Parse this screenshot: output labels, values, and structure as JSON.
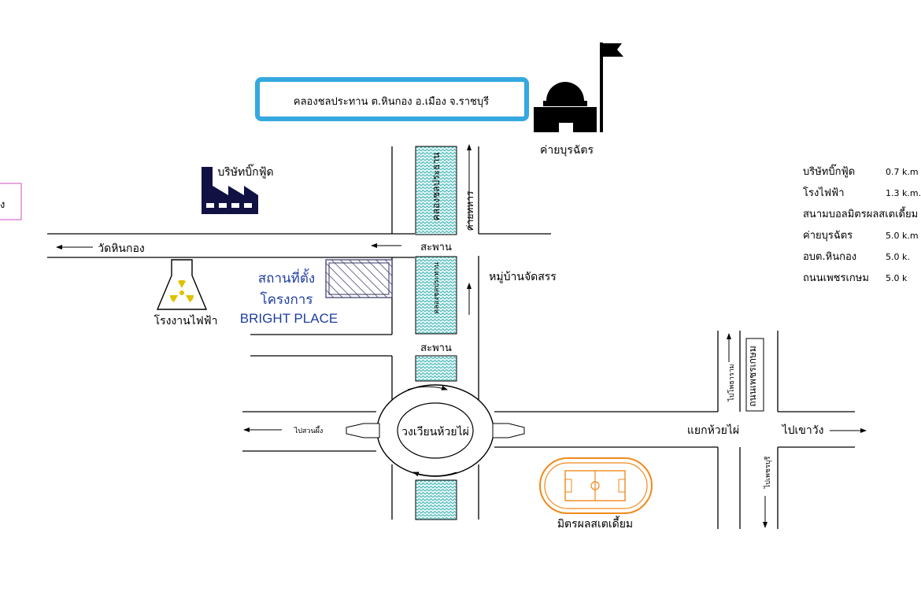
{
  "map": {
    "banner_title": "คลองชลประทาน ต.หินกอง อ.เมือง จ.ราชบุรี",
    "project_site": {
      "line1": "สถานที่ตั้ง",
      "line2": "โครงการ",
      "line3": "BRIGHT PLACE"
    },
    "labels": {
      "camp": "ค่ายบุรฉัตร",
      "factory": "บริษัทบิ๊กฟู้ด",
      "temple": "วัดหินกอง",
      "power_plant": "โรงงานไฟฟ้า",
      "bridge_top": "สะพาน",
      "bridge_bottom": "สะพาน",
      "village": "หมู่บ้านจัดสรร",
      "canal_upper": "คลองชลประธาน",
      "canal_middle": "คลองชลประทาน",
      "military_road": "ค่ายทหาร",
      "roundabout": "วงเวียนห้วยไผ่",
      "to_left": "ไปสวนผึ้ง",
      "junction": "แยกห้วยไผ่",
      "to_right": "ไปเขาวัง",
      "to_top_right": "ไปโพธาราม",
      "petchkasem_road": "ถนนเพชรเกษม",
      "to_bottom_right": "ไปเพชรบุรี",
      "stadium": "มิตรผลสเตเดี้ยม",
      "left_edge_fragment": "ง"
    },
    "distances": [
      {
        "place": "บริษัทบิ๊กฟู้ด",
        "distance": "0.7 k.m"
      },
      {
        "place": "โรงไฟฟ้า",
        "distance": "1.3 k.m."
      },
      {
        "place": "สนามบอลมิตรผลสเตเดี้ยม",
        "distance": ""
      },
      {
        "place": "ค่ายบุรฉัตร",
        "distance": "5.0 k.m"
      },
      {
        "place": "อบต.หินกอง",
        "distance": "5.0 k."
      },
      {
        "place": "ถนนเพชรเกษม",
        "distance": "5.0 k"
      }
    ],
    "colors": {
      "banner_border": "#35a8e0",
      "water": "#66cccc",
      "site_text": "#1f3ea0",
      "stadium": "#f08a1c",
      "edge_box": "#d04fc0",
      "factory": "#111144"
    },
    "icons": {
      "factory": "factory-icon",
      "camp": "camp-fort-icon",
      "power_plant": "nuclear-power-icon",
      "stadium": "stadium-icon",
      "site": "hatched-site-icon"
    }
  }
}
